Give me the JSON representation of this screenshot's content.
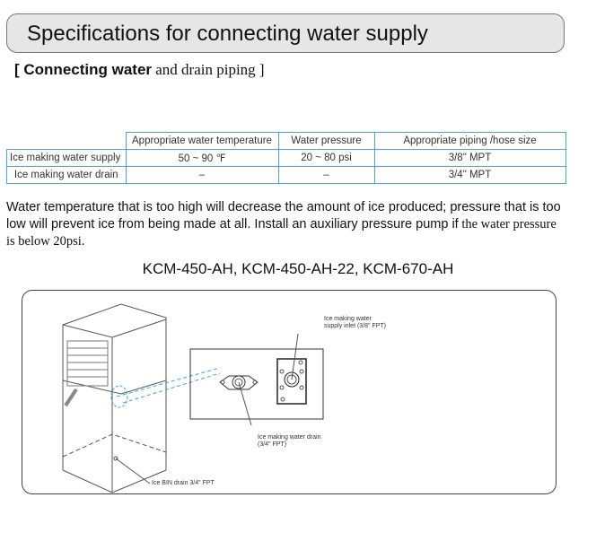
{
  "header": {
    "title": "Specifications for connecting water supply"
  },
  "subtitle": {
    "bold": "[ Connecting water",
    "rest": " and drain piping ]"
  },
  "table": {
    "headers": [
      "Appropriate water temperature",
      "Water pressure",
      "Appropriate piping /hose size"
    ],
    "rows": [
      {
        "label": "Ice making water supply",
        "temp": "50 ~ 90 ℉",
        "pressure": "20 ~ 80 psi",
        "size": "3/8\" MPT"
      },
      {
        "label": "Ice making water drain",
        "temp": "–",
        "pressure": "–",
        "size": "3/4\" MPT"
      }
    ]
  },
  "paragraph": {
    "main": "Water temperature that is too high will decrease the amount of ice produced; pressure that is too low will prevent ice from being made at all. Install an auxiliary pressure pump if",
    "tail": " the water pressure is below 20psi."
  },
  "models": "KCM-450-AH, KCM-450-AH-22, KCM-670-AH",
  "diagram": {
    "supply_label_1": "Ice making water",
    "supply_label_2": "supply inlet (3/8\" FPT)",
    "drain_label_1": "Ice making water drain",
    "drain_label_2": "(3/4\" FPT)",
    "bin_label": "Ice BIN drain 3/4\" FPT"
  }
}
